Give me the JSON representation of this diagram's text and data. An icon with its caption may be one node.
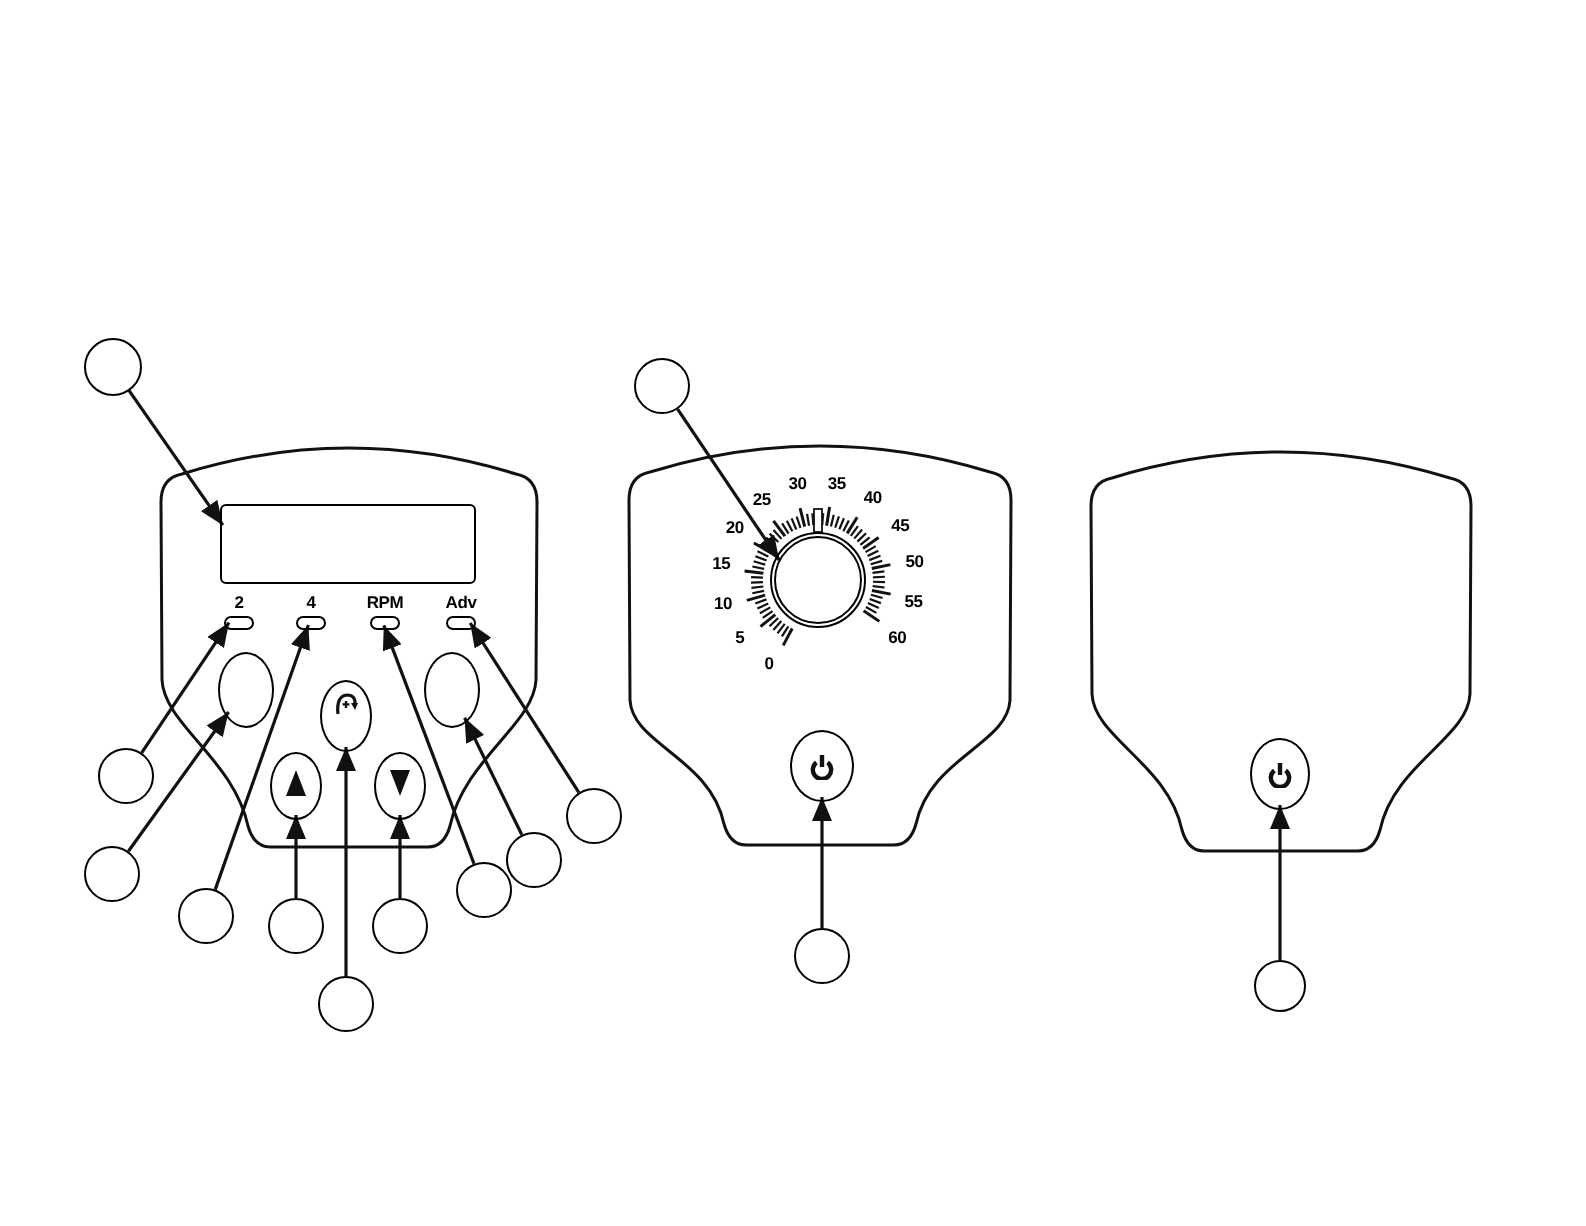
{
  "diagram": {
    "nodes": [
      {
        "text": [],
        "shape": "box"
      },
      {
        "text": [],
        "shape": "box",
        "in": 0
      },
      {
        "text": [],
        "shape": "bar",
        "in": 0,
        "beside": [
          "2"
        ]
      },
      {
        "text": [],
        "shape": "bar",
        "in": 0,
        "beside": [
          "4"
        ]
      },
      {
        "text": [],
        "shape": "bar",
        "in": 0,
        "beside": [
          "RPM"
        ]
      },
      {
        "text": [],
        "shape": "bar",
        "in": 0,
        "beside": [
          "Adv"
        ]
      },
      {
        "text": [],
        "shape": "circle",
        "in": 0
      },
      {
        "text": [],
        "shape": "circle",
        "in": 0
      },
      {
        "text": [],
        "shape": "circle",
        "in": 0
      },
      {
        "text": [],
        "shape": "circle",
        "in": 0
      },
      {
        "text": [],
        "shape": "circle",
        "in": 0
      },
      {
        "text": [],
        "shape": "circle"
      },
      {
        "text": [],
        "shape": "circle"
      },
      {
        "text": [],
        "shape": "circle"
      },
      {
        "text": [],
        "shape": "circle"
      },
      {
        "text": [],
        "shape": "circle"
      },
      {
        "text": [],
        "shape": "circle"
      },
      {
        "text": [],
        "shape": "circle"
      },
      {
        "text": [],
        "shape": "circle"
      },
      {
        "text": [],
        "shape": "circle"
      },
      {
        "text": [],
        "shape": "circle"
      },
      {
        "text": [],
        "shape": "box"
      },
      {
        "text": [],
        "shape": "circle",
        "in": 21
      },
      {
        "text": [],
        "shape": "circle",
        "in": 21
      },
      {
        "text": [],
        "shape": "circle"
      },
      {
        "text": [],
        "shape": "circle"
      },
      {
        "text": [],
        "shape": "box"
      },
      {
        "text": [],
        "shape": "circle",
        "in": 26
      },
      {
        "text": [],
        "shape": "circle"
      }
    ],
    "edges": [
      {
        "from": 11,
        "to": 1,
        "arrow": "to"
      },
      {
        "from": 12,
        "to": 2,
        "arrow": "to"
      },
      {
        "from": 13,
        "to": 6,
        "arrow": "to"
      },
      {
        "from": 14,
        "to": 3,
        "arrow": "to"
      },
      {
        "from": 15,
        "to": 9,
        "arrow": "to"
      },
      {
        "from": 16,
        "to": 7,
        "arrow": "to"
      },
      {
        "from": 17,
        "to": 10,
        "arrow": "to"
      },
      {
        "from": 18,
        "to": 4,
        "arrow": "to"
      },
      {
        "from": 19,
        "to": 8,
        "arrow": "to"
      },
      {
        "from": 20,
        "to": 5,
        "arrow": "to"
      },
      {
        "from": 24,
        "to": 22,
        "arrow": "to"
      },
      {
        "from": 25,
        "to": 23,
        "arrow": "to"
      },
      {
        "from": 28,
        "to": 27,
        "arrow": "to"
      }
    ],
    "labels": [
      "0",
      "5",
      "10",
      "15",
      "20",
      "25",
      "30",
      "35",
      "40",
      "45",
      "50",
      "55",
      "60"
    ]
  }
}
